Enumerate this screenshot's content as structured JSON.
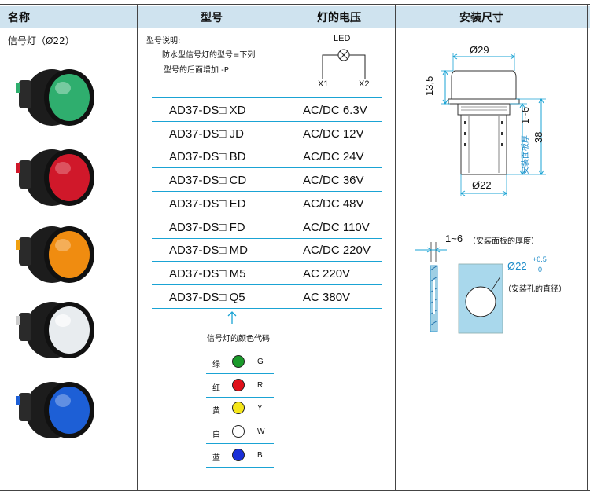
{
  "headers": {
    "name": "名称",
    "model": "型号",
    "voltage": "灯的电压",
    "dimensions": "安装尺寸"
  },
  "product": {
    "name": "信号灯（Ø22）"
  },
  "lamps": [
    {
      "color": "#2fae6e"
    },
    {
      "color": "#d0182a"
    },
    {
      "color": "#f08c10"
    },
    {
      "color": "#e8ecef"
    },
    {
      "color": "#1d5fd6"
    }
  ],
  "model_note": {
    "title": "型号说明:",
    "line1": "防水型信号灯的型号=下列",
    "line2": "型号的后面增加 -P"
  },
  "circuit": {
    "led": "LED",
    "x1": "X1",
    "x2": "X2"
  },
  "models": [
    {
      "model": "AD37-DS□ XD",
      "voltage": "AC/DC 6.3V"
    },
    {
      "model": "AD37-DS□ JD",
      "voltage": "AC/DC 12V"
    },
    {
      "model": "AD37-DS□ BD",
      "voltage": "AC/DC 24V"
    },
    {
      "model": "AD37-DS□ CD",
      "voltage": "AC/DC 36V"
    },
    {
      "model": "AD37-DS□ ED",
      "voltage": "AC/DC 48V"
    },
    {
      "model": "AD37-DS□ FD",
      "voltage": "AC/DC 110V"
    },
    {
      "model": "AD37-DS□ MD",
      "voltage": "AC/DC 220V"
    },
    {
      "model": "AD37-DS□ M5",
      "voltage": "AC 220V"
    },
    {
      "model": "AD37-DS□ Q5",
      "voltage": "AC 380V"
    }
  ],
  "color_code": {
    "title": "信号灯的颜色代码",
    "items": [
      {
        "name": "绿",
        "code": "G",
        "fill": "#1a9a2a"
      },
      {
        "name": "红",
        "code": "R",
        "fill": "#e0101a"
      },
      {
        "name": "黄",
        "code": "Y",
        "fill": "#f5e61a"
      },
      {
        "name": "白",
        "code": "W",
        "fill": "#ffffff"
      },
      {
        "name": "蓝",
        "code": "B",
        "fill": "#1a2fd8"
      }
    ]
  },
  "dims": {
    "d29": "Ø29",
    "h13": "13,5",
    "p16": "1~6",
    "panel_label": "安装面板厚",
    "h38": "38",
    "d22": "Ø22",
    "thickness": "1~6",
    "thickness_label": "（安装面板的厚度）",
    "hole": "Ø22",
    "tol_plus": "+0.5",
    "tol_zero": "0",
    "hole_label": "（安装孔的直径）"
  }
}
